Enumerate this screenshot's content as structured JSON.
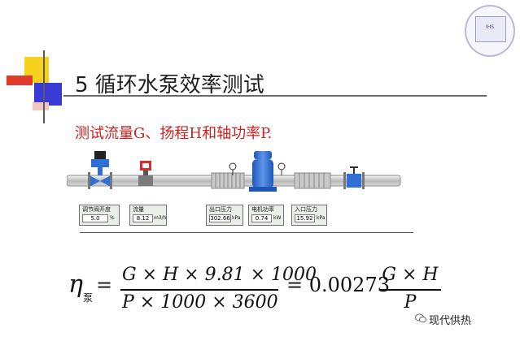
{
  "slide": {
    "title": "5 循环水泵效率测试",
    "subtitle": "测试流量G、扬程H和轴功率P."
  },
  "emblem": {
    "badge_text": "IHS"
  },
  "diagram": {
    "boxes": [
      {
        "label": "调节阀开度",
        "value": "5.0",
        "unit": "%"
      },
      {
        "label": "流量",
        "value": "8.12",
        "unit": "m3/h"
      },
      {
        "label": "出口压力",
        "value": "302.66",
        "unit": "kPa"
      },
      {
        "label": "电机功率",
        "value": "0.74",
        "unit": "kW"
      },
      {
        "label": "入口压力",
        "value": "15.92",
        "unit": "kPa"
      }
    ]
  },
  "formula": {
    "eta": "η",
    "eta_sub": "泵",
    "eq1": "=",
    "frac1_num": "G × H × 9.81 × 1000",
    "frac1_den": "P × 1000 × 3600",
    "eq2": "= 0.00273",
    "frac2_num": "G × H",
    "frac2_den": "P"
  },
  "watermark": {
    "text": "现代供热"
  },
  "colors": {
    "accent_red": "#d02020",
    "block_yellow": "#f7d21c",
    "block_blue": "#3a3ad6",
    "block_red": "#e23a2a",
    "pump_blue": "#2f6fd6"
  }
}
